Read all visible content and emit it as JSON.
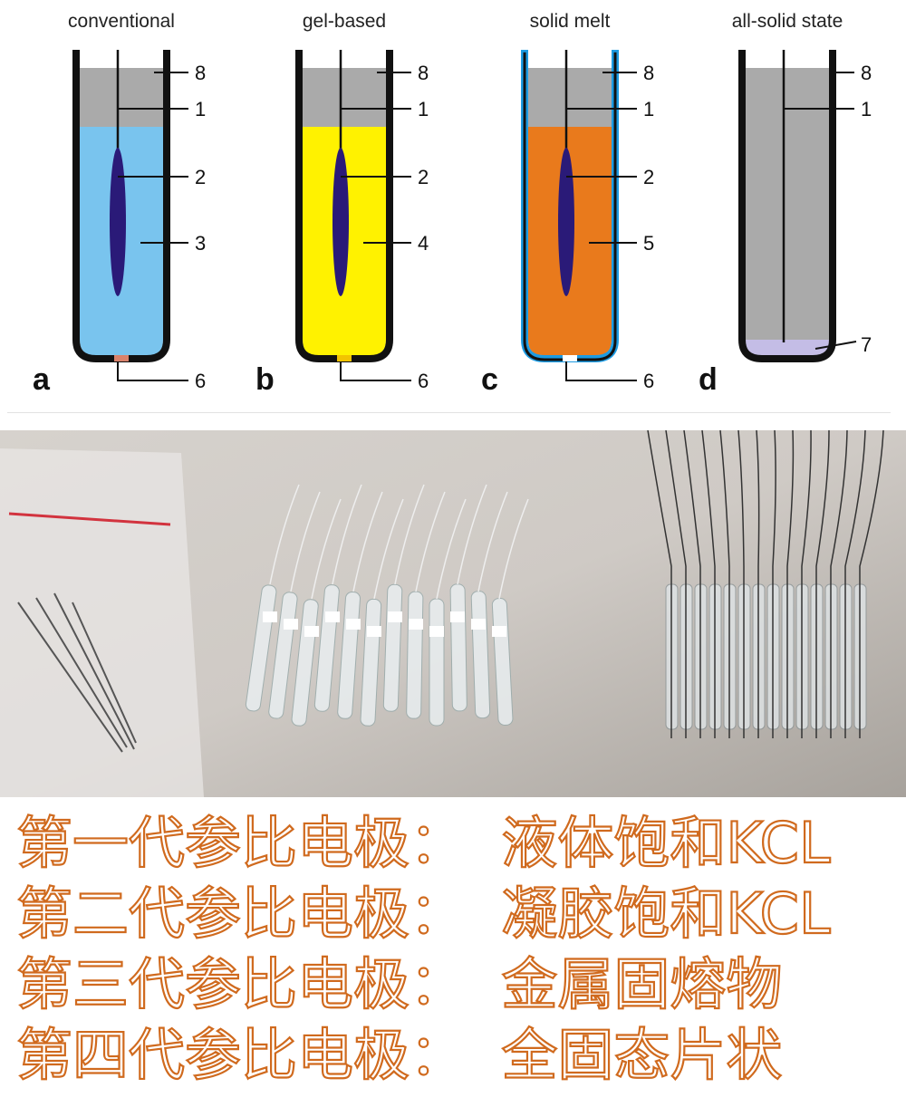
{
  "panels": [
    {
      "letter": "a",
      "title": "conventional",
      "fill": "#79c4ee",
      "wall": "#111111",
      "tip": "#d9826b",
      "labels": [
        "8",
        "1",
        "2",
        "3",
        "6"
      ]
    },
    {
      "letter": "b",
      "title": "gel-based",
      "fill": "#fff200",
      "wall": "#111111",
      "tip": "#f2c400",
      "labels": [
        "8",
        "1",
        "2",
        "4",
        "6"
      ]
    },
    {
      "letter": "c",
      "title": "solid melt",
      "fill": "#e97a1c",
      "wall": "#1d9be2",
      "tip": "#ffffff",
      "labels": [
        "8",
        "1",
        "2",
        "5",
        "6"
      ]
    },
    {
      "letter": "d",
      "title": "all-solid state",
      "fill": "#aaaaaa",
      "wall": "#111111",
      "tip": "#c4bde6",
      "labels": [
        "8",
        "1",
        "7"
      ]
    }
  ],
  "colors": {
    "cap": "#aaaaaa",
    "electrode": "#2a1a78",
    "caption_stroke": "#d06a1e"
  },
  "captions": [
    "第一代参比电极：  液体饱和KCL",
    "第二代参比电极：  凝胶饱和KCL",
    "第三代参比电极：  金属固熔物",
    "第四代参比电极：  全固态片状"
  ]
}
